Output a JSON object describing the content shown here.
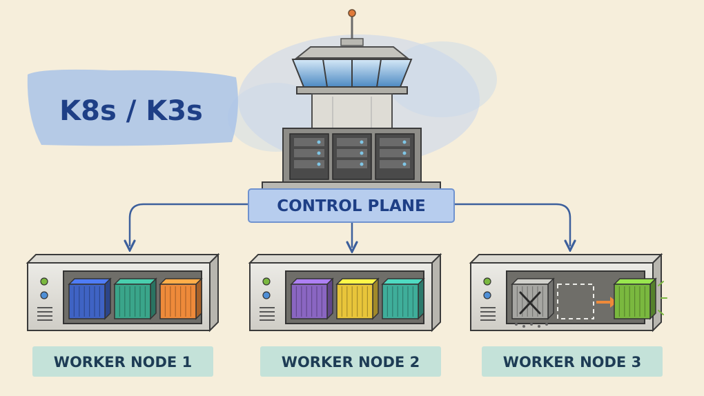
{
  "title": "K8s / K3s",
  "control_plane": {
    "label": "CONTROL PLANE"
  },
  "workers": [
    {
      "label": "WORKER NODE 1",
      "containers": [
        "blue",
        "green",
        "orange"
      ],
      "status": "healthy"
    },
    {
      "label": "WORKER NODE 2",
      "containers": [
        "purple",
        "yellow",
        "teal"
      ],
      "status": "healthy"
    },
    {
      "label": "WORKER NODE 3",
      "containers": [
        "failed",
        "placeholder",
        "rescheduled"
      ],
      "status": "rescheduling"
    }
  ],
  "colors": {
    "background": "#f6eedb",
    "title_text": "#1e3f86",
    "title_highlight": "#a9c3e8",
    "plane_box": "#b7cdee",
    "plane_border": "#6f92cf",
    "plane_text": "#1e3f86",
    "worker_label_bg": "#bfe0d8",
    "worker_label_text": "#1d3c55",
    "arrow": "#3c5f9c",
    "blue": "#3f63c4",
    "green": "#3aa58a",
    "orange": "#ee8a3a",
    "purple": "#8a66c2",
    "yellow": "#e8c53a",
    "teal": "#3fae9a",
    "rescheduled": "#7ab83f",
    "failed": "#a6a6a2",
    "reschedule_arrow": "#ee8a3a"
  },
  "icons": [
    "control-tower-icon",
    "server-rack-icon",
    "container-icon",
    "failed-container-icon",
    "reschedule-arrow-icon"
  ]
}
